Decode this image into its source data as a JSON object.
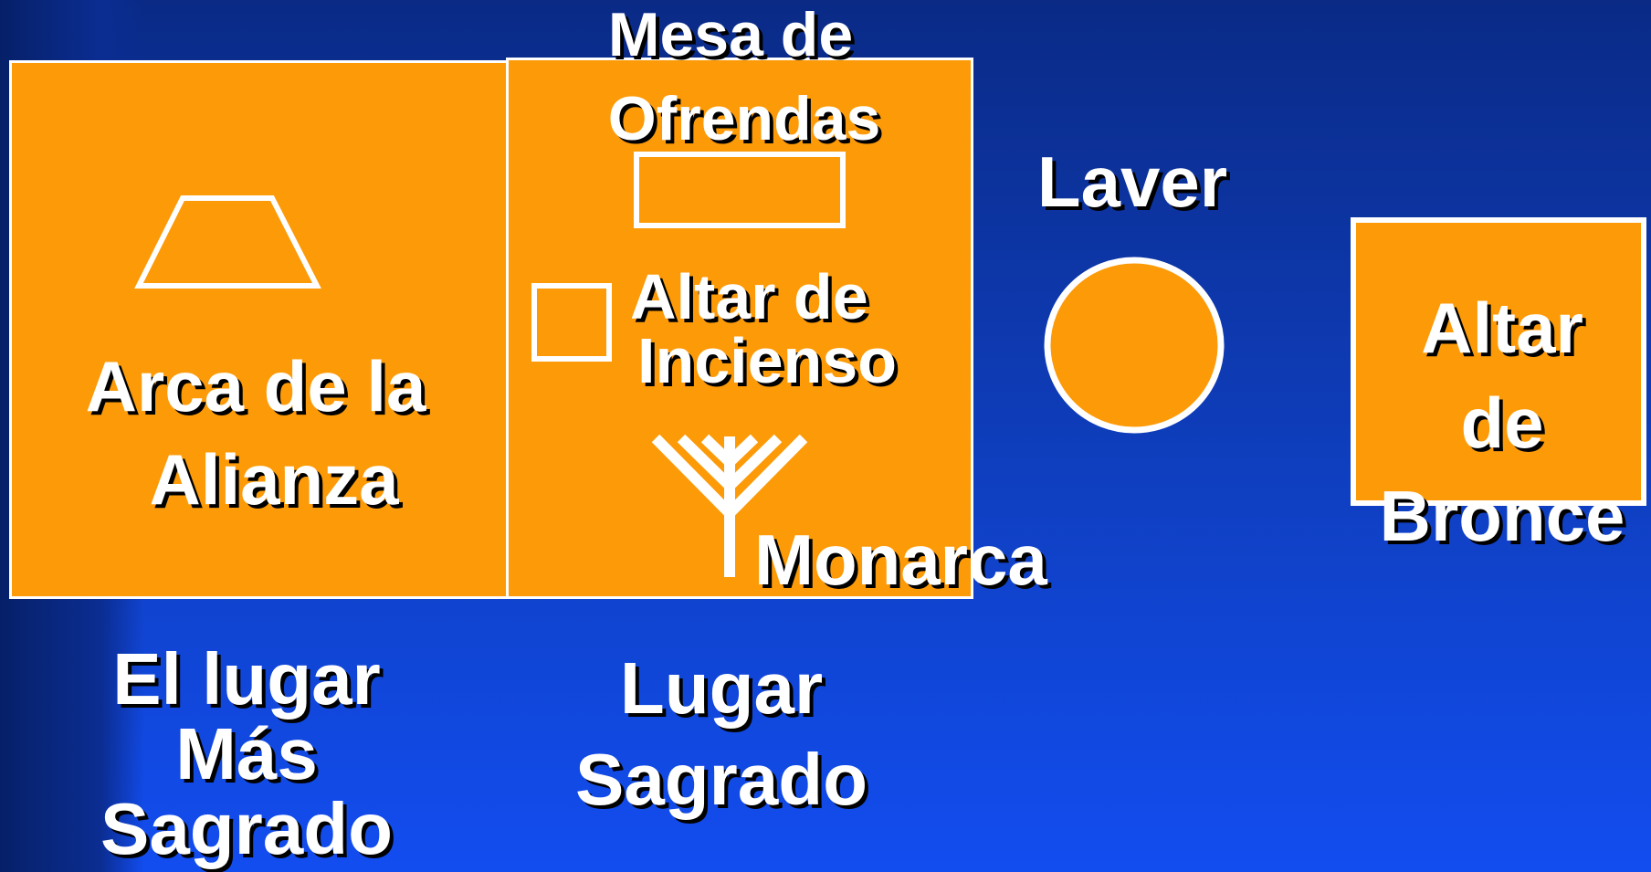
{
  "colors": {
    "background_top": "#0a2a86",
    "background_bottom": "#124df0",
    "panel_fill": "#fc9a08",
    "outline": "#ffffff",
    "text": "#ffffff",
    "text_shadow": "#000000"
  },
  "holy_of_holies": {
    "ark_label_line1": "Arca de la",
    "ark_label_line2": "Alianza",
    "ark_icon": "trapezoid-icon",
    "caption_line1": "El lugar",
    "caption_line2": "Más",
    "caption_line3": "Sagrado"
  },
  "holy_place": {
    "table_label_line1": "Mesa de",
    "table_label_line2": "Ofrendas",
    "table_icon": "rectangle-icon",
    "incense_label_line1": "Altar de",
    "incense_label_line2": "Incienso",
    "incense_icon": "square-icon",
    "lampstand_label": "Monarca",
    "lampstand_icon": "menorah-icon",
    "caption_line1": "Lugar",
    "caption_line2": "Sagrado"
  },
  "laver": {
    "label": "Laver",
    "icon": "circle-icon"
  },
  "bronze_altar": {
    "label_line1": "Altar",
    "label_line2": "de",
    "label_line3": "Bronce"
  }
}
